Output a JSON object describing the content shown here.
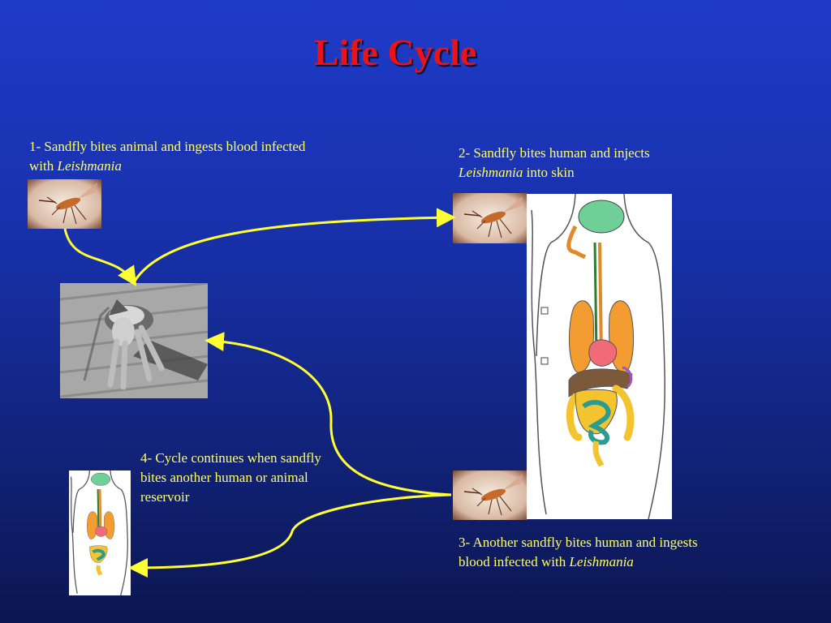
{
  "slide": {
    "title": "Life Cycle"
  },
  "steps": [
    {
      "text_before": "1- Sandfly bites animal and ingests blood infected with ",
      "italic": "Leishmania",
      "text_after": ""
    },
    {
      "text_before": "2- Sandfly bites human and injects ",
      "italic": "Leishmania",
      "text_after": " into skin"
    },
    {
      "text_before": "3- Another sandfly bites human and ingests blood infected with ",
      "italic": "Leishmania",
      "text_after": ""
    },
    {
      "text_before": "4- Cycle continues when sandfly bites another human or animal reservoir",
      "italic": "",
      "text_after": ""
    }
  ],
  "colors": {
    "title": "#e8141b",
    "caption": "#ffff66",
    "arrow": "#ffff33"
  },
  "icons": [
    "sandfly-image",
    "dog-image",
    "human-anatomy-image"
  ]
}
